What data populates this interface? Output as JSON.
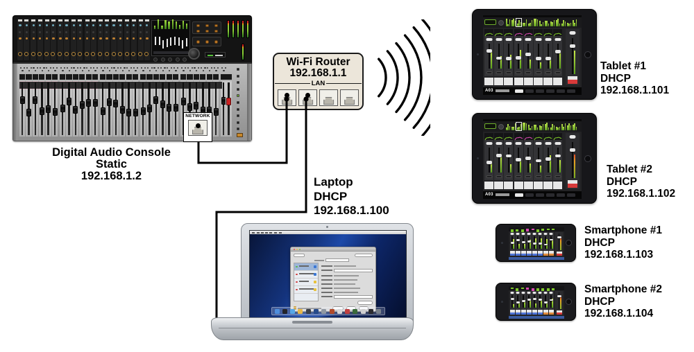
{
  "console": {
    "label_lines": [
      "Digital Audio Console",
      "Static",
      "192.168.1.2"
    ],
    "port_label": "NETWORK"
  },
  "router": {
    "name": "Wi-Fi Router",
    "ip": "192.168.1.1",
    "lan_label": "LAN",
    "port_count": 4,
    "connected_ports": 2
  },
  "laptop": {
    "label_lines": [
      "Laptop",
      "DHCP",
      "192.168.1.100"
    ]
  },
  "devices": [
    {
      "name": "Tablet #1",
      "mode": "DHCP",
      "ip": "192.168.1.101"
    },
    {
      "name": "Tablet #2",
      "mode": "DHCP",
      "ip": "192.168.1.102"
    },
    {
      "name": "Smartphone #1",
      "mode": "DHCP",
      "ip": "192.168.1.103"
    },
    {
      "name": "Smartphone #2",
      "mode": "DHCP",
      "ip": "192.168.1.104"
    }
  ],
  "mixer_app": {
    "snapshot_label": "A03"
  },
  "colors": {
    "wire": "#000000",
    "router_fill": "#ece6da",
    "meter_green": "#7ec82a",
    "meter_red": "#d02020",
    "tile_blue": "#4f74d8",
    "tile_navy": "#2e3f9e",
    "tile_orange": "#e08a3c",
    "tile_magenta": "#d84ab0",
    "master_red": "#d83a3a",
    "fader_red_cap": "#cc2222"
  }
}
